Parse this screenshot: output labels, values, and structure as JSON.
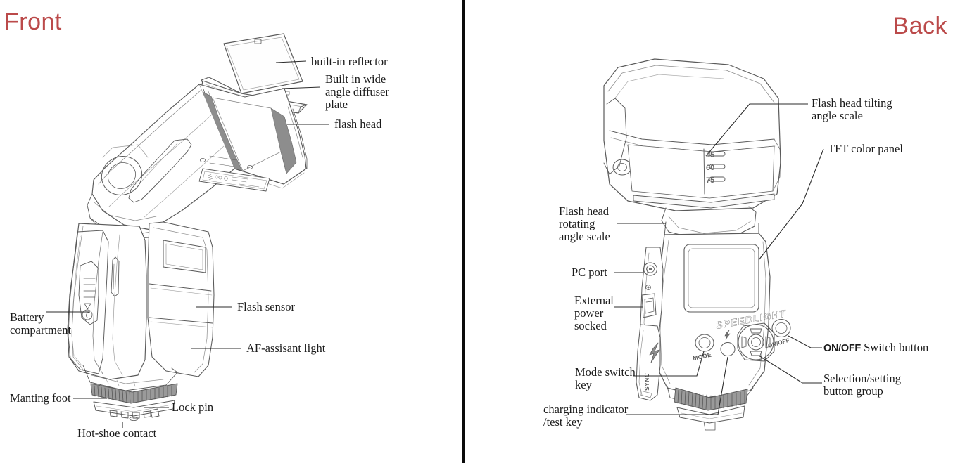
{
  "panels": [
    {
      "id": "front",
      "title": "Front"
    },
    {
      "id": "back",
      "title": "Back"
    }
  ],
  "colors": {
    "title_red": "#bb4a4a",
    "divider_black": "#0a0a0a",
    "line_gray": "#5a5a5a",
    "panel_fill_gray": "#8d8d8d",
    "label_text": "#1b1b1b"
  },
  "front": {
    "labels": [
      {
        "key": "builtin_reflector",
        "text": "built-in reflector"
      },
      {
        "key": "wide_diffuser",
        "text": "Built in wide\nangle diffuser\nplate"
      },
      {
        "key": "flash_head",
        "text": "flash head"
      },
      {
        "key": "flash_sensor",
        "text": "Flash sensor"
      },
      {
        "key": "af_assist",
        "text": "AF-assisant light"
      },
      {
        "key": "battery",
        "text": "Battery\ncompartment"
      },
      {
        "key": "manting_foot",
        "text": "Manting foot"
      },
      {
        "key": "lock_pin",
        "text": "Lock pin"
      },
      {
        "key": "hot_shoe",
        "text": "Hot-shoe contact"
      }
    ]
  },
  "back": {
    "labels": [
      {
        "key": "tilt_scale",
        "text": "Flash head tilting\nangle scale"
      },
      {
        "key": "tft_panel",
        "text": "TFT color panel"
      },
      {
        "key": "rotate_scale",
        "text": "Flash head\nrotating\nangle scale"
      },
      {
        "key": "pc_port",
        "text": "PC port"
      },
      {
        "key": "ext_power",
        "text": "External\npower\nsocked"
      },
      {
        "key": "mode_switch",
        "text": "Mode switch\nkey"
      },
      {
        "key": "charging",
        "text": "charging indicator\n/test key"
      },
      {
        "key": "onoff_prefix",
        "text": "ON/OFF"
      },
      {
        "key": "onoff_suffix",
        "text": " Switch button"
      },
      {
        "key": "selection",
        "text": "Selection/setting\nbutton group"
      }
    ],
    "device_markings": {
      "brand": "SPEEDLIGHT",
      "mode_button": "MODE",
      "onoff_button": "ON/OFF",
      "sync_flap": "SYNC",
      "tilt_angles": [
        "45",
        "60",
        "75"
      ]
    }
  }
}
